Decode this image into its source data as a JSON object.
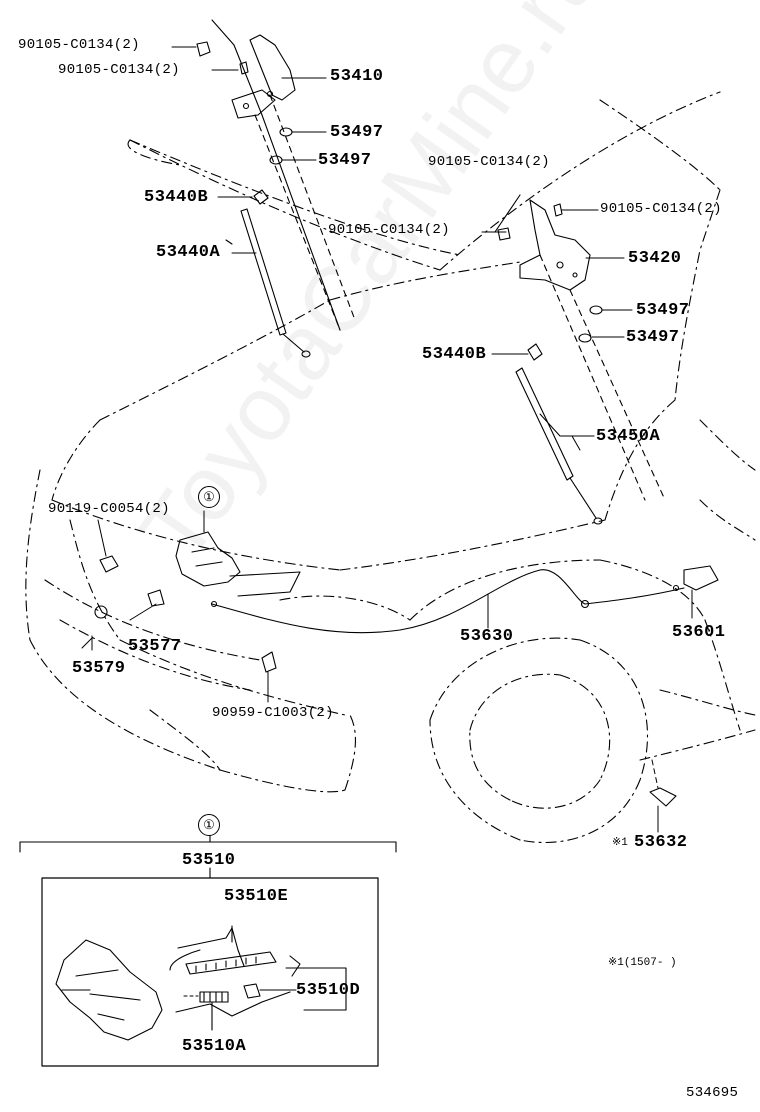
{
  "watermark": "ToyotaCarMine.ru",
  "diagram_id": "534695",
  "date_note": "※1(1507-  )",
  "ref_circle": "①",
  "inset": {
    "title": "53510"
  },
  "labels": {
    "hinge_bolt_1": "90105-C0134(2)",
    "hinge_bolt_2": "90105-C0134(2)",
    "hinge_left": "53410",
    "cushion_1": "53497",
    "cushion_2": "53497",
    "bolt_53440b_1": "53440B",
    "strut_left": "53440A",
    "hinge_bolt_3": "90105-C0134(2)",
    "hinge_bolt_4": "90105-C0134(2)",
    "hinge_bolt_5": "90105-C0134(2)",
    "hinge_right": "53420",
    "cushion_3": "53497",
    "cushion_4": "53497",
    "bolt_53440b_2": "53440B",
    "strut_right": "53450A",
    "lock_bolt": "90119-C0054(2)",
    "cushion_53577": "53577",
    "cushion_53579": "53579",
    "cable": "53630",
    "release_lever": "53601",
    "clamp": "90959-C1003(2)",
    "lever_bracket": "53632",
    "lever_bracket_mark": "※1",
    "spring_e": "53510E",
    "spring_d": "53510D",
    "spring_a": "53510A"
  }
}
